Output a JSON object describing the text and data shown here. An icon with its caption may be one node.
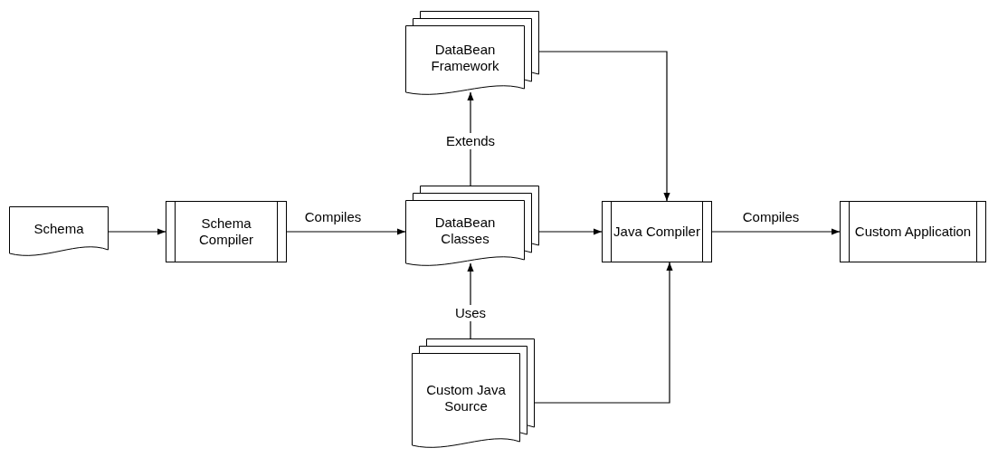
{
  "diagram": {
    "nodes": [
      {
        "text": [
          "Schema"
        ]
      },
      {
        "text": [
          "Schema Compiler"
        ]
      },
      {
        "text": [
          "DataBean Classes"
        ]
      },
      {
        "text": [
          "DataBean Framework"
        ]
      },
      {
        "text": [
          "Java Compiler"
        ]
      },
      {
        "text": [
          "Custom Java Source"
        ]
      },
      {
        "text": [
          "Custom Application"
        ]
      }
    ],
    "edges": [
      {
        "from": 0,
        "to": 1,
        "arrow": "to"
      },
      {
        "from": 1,
        "to": 2,
        "arrow": "to",
        "label": "Compiles"
      },
      {
        "from": 2,
        "to": 3,
        "arrow": "to",
        "label": "Extends"
      },
      {
        "from": 3,
        "to": 4,
        "arrow": "to"
      },
      {
        "from": 2,
        "to": 4,
        "arrow": "to"
      },
      {
        "from": 5,
        "to": 2,
        "arrow": "to",
        "label": "Uses"
      },
      {
        "from": 5,
        "to": 4,
        "arrow": "to"
      },
      {
        "from": 4,
        "to": 6,
        "arrow": "to",
        "label": "Compiles"
      }
    ]
  }
}
